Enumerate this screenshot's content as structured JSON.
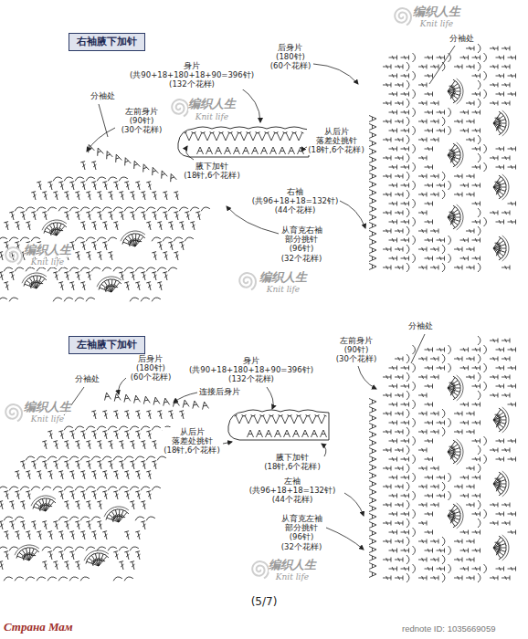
{
  "diagram": {
    "caption": "(5/7)",
    "nodes": [
      {
        "text": [
          "右袖腋下加针"
        ]
      },
      {
        "text": [
          "左袖腋下加针"
        ]
      }
    ],
    "labels": [
      "后身片 (180针) (60个花样)",
      "分袖处",
      "身片 (共90+18+180+18+90=396针) (132个花样)",
      "分袖处",
      "左前身片 (90针) (30个花样)",
      "腋下加针 (18针,6个花样)",
      "从后片 落差处挑针 (18针,6个花样)",
      "右袖 (共96+18+18=132针) (44个花样)",
      "从育克右袖 部分挑针 (96针) (32个花样)",
      "后身片 (180针) (60个花样)",
      "分袖处",
      "身片 (共90+18+180+18+90=396针) (132个花样)",
      "连接后身片",
      "左前身片 (90针) (30个花样)",
      "分袖处",
      "从后片 落差处挑针 (18针,6个花样)",
      "腋下加针 (18针,6个花样)",
      "左袖 (共96+18+18=132针) (44个花样)",
      "从育克左袖 部分挑针 (96针) (32个花样)",
      "Страна Мам",
      "rednote ID: 1035669059",
      "编织人生",
      "Knit life",
      "编织人生",
      "Knit life",
      "编织人生",
      "Knit life",
      "编织人生",
      "Knit life",
      "编织人生",
      "Knit life",
      "编织人生",
      "Knit life"
    ]
  }
}
